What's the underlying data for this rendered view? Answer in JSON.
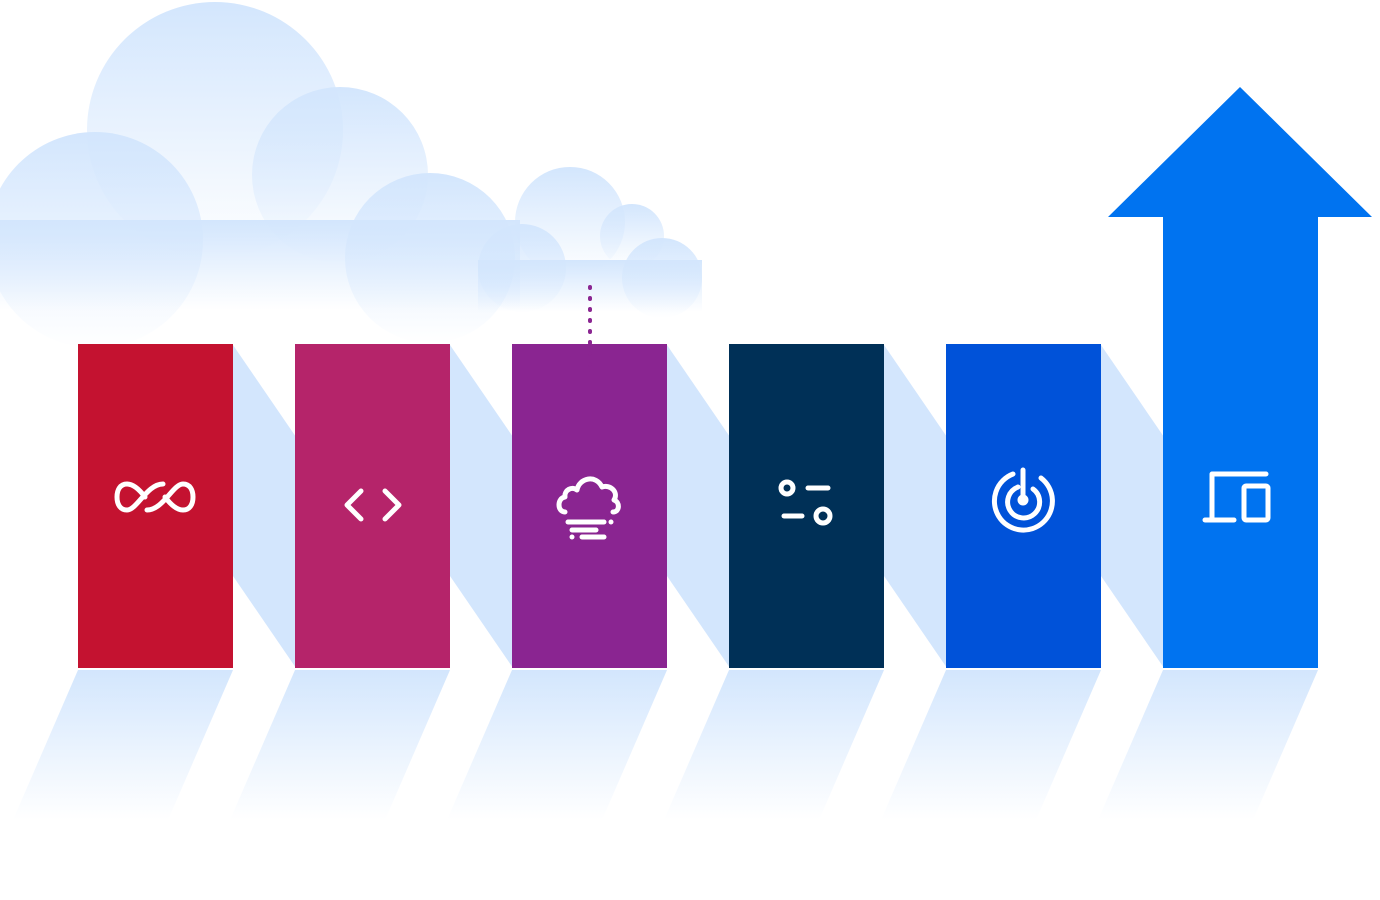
{
  "colors": {
    "background": "#ffffff",
    "cloud": "#d3e6fd",
    "connector": "#d3e6fd",
    "reflection": "#d3e6fd",
    "icon_stroke": "#ffffff",
    "arrow_dots": "#8a2591"
  },
  "stages": [
    {
      "id": "stage-1",
      "icon": "infinity-icon",
      "color": "#c41230"
    },
    {
      "id": "stage-2",
      "icon": "code-brackets-icon",
      "color": "#b5246a"
    },
    {
      "id": "stage-3",
      "icon": "cloud-icon",
      "color": "#8a2591"
    },
    {
      "id": "stage-4",
      "icon": "settings-toggles-icon",
      "color": "#003057"
    },
    {
      "id": "stage-5",
      "icon": "power-target-icon",
      "color": "#0052d9"
    },
    {
      "id": "stage-6",
      "icon": "devices-icon",
      "color": "#0073f0",
      "shape": "up-arrow"
    }
  ],
  "decorations": {
    "clouds": [
      "large-cloud",
      "small-cloud"
    ],
    "incoming_arrow": "dotted-down-arrow-icon"
  }
}
